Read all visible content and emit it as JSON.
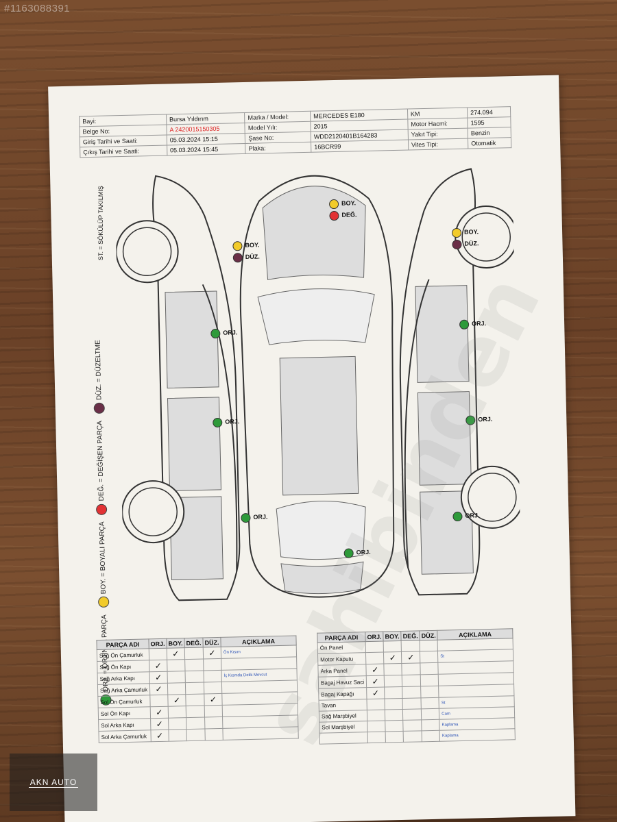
{
  "listing_id": "#1163088391",
  "brand_mark": "AKN AUTO",
  "watermark": "sahibinden",
  "header": {
    "left": [
      {
        "label": "Bayi:",
        "value": "Bursa Yıldırım"
      },
      {
        "label": "Belge No:",
        "value": "A 2420015150305"
      },
      {
        "label": "Giriş Tarihi ve Saati:",
        "value": "05.03.2024 15:15"
      },
      {
        "label": "Çıkış Tarihi ve Saati:",
        "value": "05.03.2024 15:45"
      }
    ],
    "mid": [
      {
        "label": "Marka / Model:",
        "value": "MERCEDES E180"
      },
      {
        "label": "Model Yılı:",
        "value": "2015"
      },
      {
        "label": "Şase No:",
        "value": "WDD2120401B164283"
      },
      {
        "label": "Plaka:",
        "value": "16BCR99"
      }
    ],
    "right": [
      {
        "label": "KM",
        "value": "274.094"
      },
      {
        "label": "Motor Hacmi:",
        "value": "1595"
      },
      {
        "label": "Yakıt Tipi:",
        "value": "Benzin"
      },
      {
        "label": "Vites Tipi:",
        "value": "Otomatik"
      }
    ]
  },
  "legend": {
    "st": "ST. = SÖKÜLÜP TAKILMIŞ",
    "items": [
      {
        "color": "#2e9a3a",
        "text": "ORJ. = ORJİNAL PARÇA"
      },
      {
        "color": "#f2cb2a",
        "text": "BOY. = BOYALI PARÇA"
      },
      {
        "color": "#e23234",
        "text": "DEĞ. = DEĞİŞEN PARÇA"
      },
      {
        "color": "#6a2f47",
        "text": "DÜZ. = DÜZELTME"
      }
    ]
  },
  "diagram_marks": {
    "boy": "BOY.",
    "deg": "DEĞ.",
    "duz": "DÜZ.",
    "orj": "ORJ."
  },
  "left_table": {
    "headers": [
      "PARÇA ADI",
      "ORJ.",
      "BOY.",
      "DEĞ.",
      "DÜZ.",
      "AÇIKLAMA"
    ],
    "rows": [
      {
        "name": "Sağ Ön Çamurluk",
        "orj": "",
        "boy": "✓",
        "deg": "",
        "duz": "✓",
        "note": "Ön Kısım"
      },
      {
        "name": "Sağ Ön Kapı",
        "orj": "✓",
        "boy": "",
        "deg": "",
        "duz": "",
        "note": ""
      },
      {
        "name": "Sağ Arka Kapı",
        "orj": "✓",
        "boy": "",
        "deg": "",
        "duz": "",
        "note": "İç Kısmda Delik Mevcut"
      },
      {
        "name": "Sağ Arka Çamurluk",
        "orj": "✓",
        "boy": "",
        "deg": "",
        "duz": "",
        "note": ""
      },
      {
        "name": "Sol Ön Çamurluk",
        "orj": "",
        "boy": "✓",
        "deg": "",
        "duz": "✓",
        "note": ""
      },
      {
        "name": "Sol Ön Kapı",
        "orj": "✓",
        "boy": "",
        "deg": "",
        "duz": "",
        "note": ""
      },
      {
        "name": "Sol Arka Kapı",
        "orj": "✓",
        "boy": "",
        "deg": "",
        "duz": "",
        "note": ""
      },
      {
        "name": "Sol Arka Çamurluk",
        "orj": "✓",
        "boy": "",
        "deg": "",
        "duz": "",
        "note": ""
      }
    ]
  },
  "right_table": {
    "headers": [
      "PARÇA ADI",
      "ORJ.",
      "BOY.",
      "DEĞ.",
      "DÜZ.",
      "AÇIKLAMA"
    ],
    "rows": [
      {
        "name": "Ön Panel",
        "orj": "",
        "boy": "",
        "deg": "",
        "duz": "",
        "note": ""
      },
      {
        "name": "Motor Kaputu",
        "orj": "",
        "boy": "✓",
        "deg": "✓",
        "duz": "",
        "note": "St"
      },
      {
        "name": "Arka Panel",
        "orj": "✓",
        "boy": "",
        "deg": "",
        "duz": "",
        "note": ""
      },
      {
        "name": "Bagaj Havuz Saci",
        "orj": "✓",
        "boy": "",
        "deg": "",
        "duz": "",
        "note": ""
      },
      {
        "name": "Bagaj Kapağı",
        "orj": "✓",
        "boy": "",
        "deg": "",
        "duz": "",
        "note": ""
      },
      {
        "name": "Tavan",
        "orj": "",
        "boy": "",
        "deg": "",
        "duz": "",
        "note": "St"
      },
      {
        "name": "Sağ Marşbiyel",
        "orj": "",
        "boy": "",
        "deg": "",
        "duz": "",
        "note": "Cam"
      },
      {
        "name": "Sol Marşbiyel",
        "orj": "",
        "boy": "",
        "deg": "",
        "duz": "",
        "note": "Kaplama"
      },
      {
        "name": "",
        "orj": "",
        "boy": "",
        "deg": "",
        "duz": "",
        "note": "Kaplama"
      }
    ]
  }
}
